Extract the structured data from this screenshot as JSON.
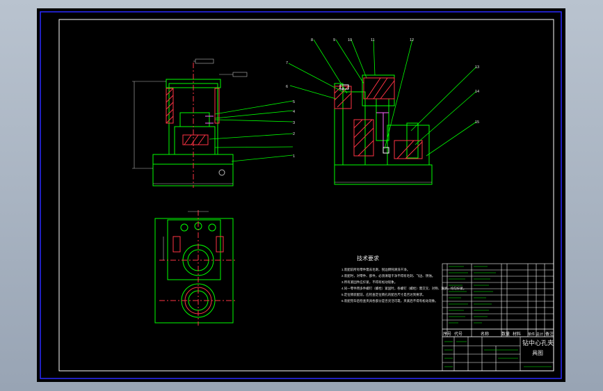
{
  "colors": {
    "background": "#000000",
    "border": "#2a2aff",
    "outline": "#00ff00",
    "hatch": "#ff3344",
    "callout": "#00ff00",
    "dim": "#bbbbbb",
    "titleblock": "#ffffff",
    "highlight": "#ff66ff"
  },
  "drawing": {
    "technical_requirements": {
      "heading": "技术要求",
      "lines": [
        "1.装配前所有零件需去毛刺、锐边倒钝清洗干净。",
        "2.装配时，对零件、部件，必须清理干净不得有毛刺、飞边、锈蚀。",
        "3.所有紧固件应拧紧，不得有松动现象。",
        "4.同一零件用多件螺钉（螺栓）紧固时，各螺钉（螺栓）需交叉、对称、逐步、均匀拧紧。",
        "5.定位销装配前，应检查定位销孔的配合尺寸是否达到要求。",
        "6.装配完毕后检查夹具各部分是否灵活可靠，夹紧后不得有松动现象。"
      ]
    },
    "title_block": {
      "title_line1": "钻中心孔夹",
      "title_line2": "具图",
      "bom_header": [
        "序号",
        "代号",
        "名称",
        "数量",
        "材料",
        "单件",
        "总计",
        "备注"
      ]
    },
    "callouts": [
      "1",
      "2",
      "3",
      "4",
      "5",
      "6",
      "7",
      "8",
      "9",
      "10",
      "11",
      "12",
      "13",
      "14",
      "15"
    ]
  }
}
